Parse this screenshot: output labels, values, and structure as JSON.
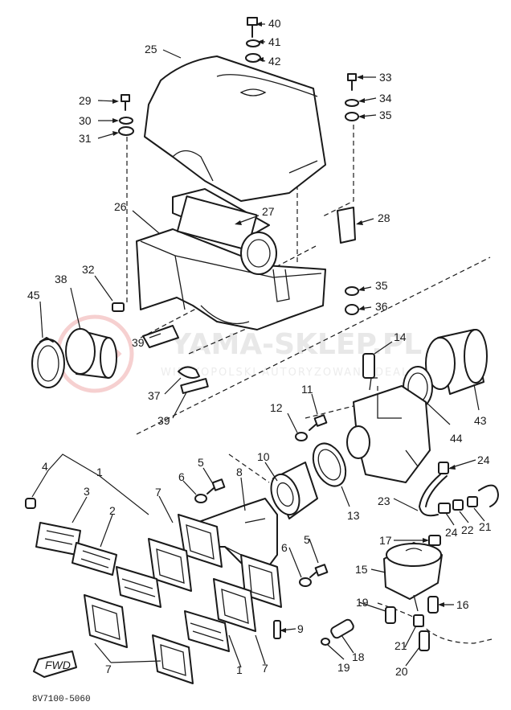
{
  "watermark": {
    "brand": "YAMA-SKLEP.PL",
    "tagline": "WIELKOPOLSKI AUTORYZOWANY DEALER YAMAHA"
  },
  "fwd_label": "FWD",
  "diagram_code": "8V7100-5060",
  "callouts": [
    "40",
    "41",
    "42",
    "25",
    "29",
    "30",
    "31",
    "33",
    "34",
    "35",
    "26",
    "27",
    "28",
    "32",
    "38",
    "45",
    "35",
    "36",
    "14",
    "39",
    "37",
    "39",
    "11",
    "12",
    "10",
    "44",
    "43",
    "4",
    "1",
    "3",
    "2",
    "6",
    "5",
    "8",
    "7",
    "13",
    "24",
    "23",
    "24",
    "22",
    "21",
    "17",
    "15",
    "6",
    "5",
    "19",
    "16",
    "9",
    "18",
    "21",
    "20",
    "19",
    "7",
    "1",
    "7"
  ]
}
